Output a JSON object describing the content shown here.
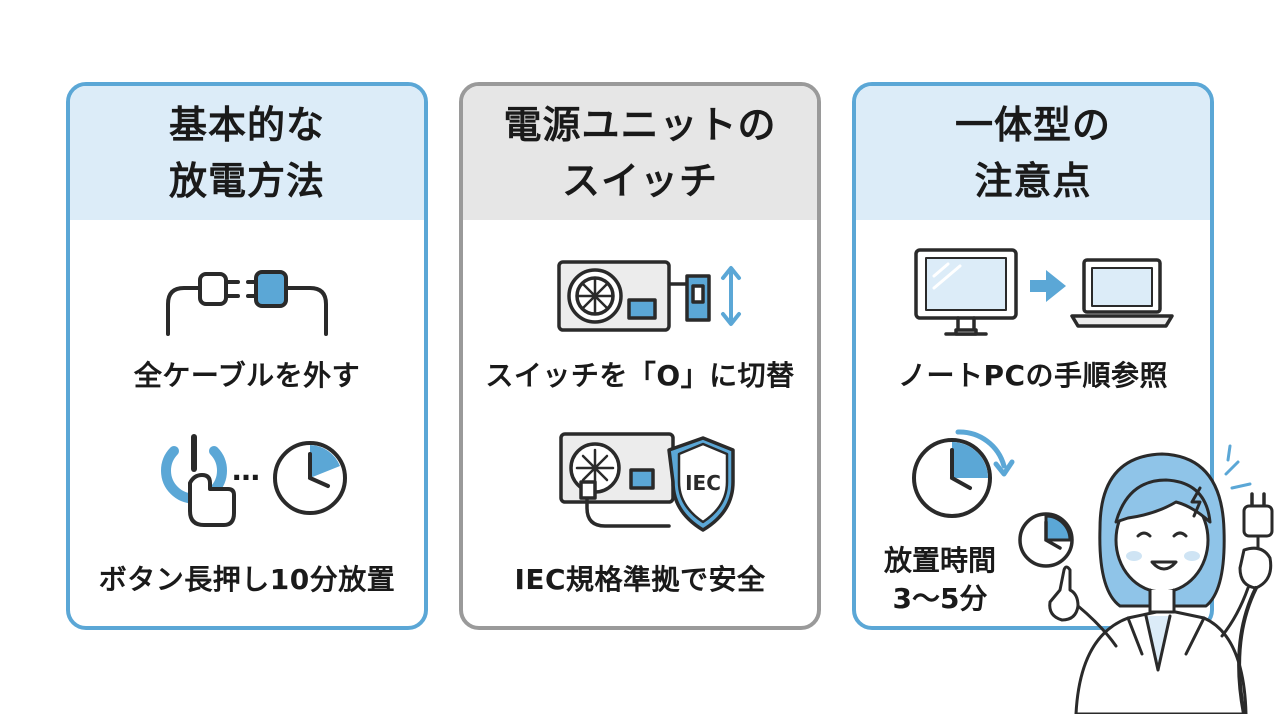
{
  "cards": [
    {
      "title_line1": "基本的な",
      "title_line2": "放電方法",
      "step1": "全ケーブルを外す",
      "step2": "ボタン長押し10分放置",
      "dots": "…"
    },
    {
      "title_line1": "電源ユニットの",
      "title_line2": "スイッチ",
      "step1": "スイッチを「O」に切替",
      "step2": "IEC規格準拠で安全",
      "shield_text": "IEC"
    },
    {
      "title_line1": "一体型の",
      "title_line2": "注意点",
      "step1": "ノートPCの手順参照",
      "wait_line1": "放置時間",
      "wait_line2": "3～5分"
    }
  ],
  "colors": {
    "accent_blue": "#5ba7d6",
    "header_blue": "#dcecf8",
    "header_gray": "#e6e6e6",
    "border_gray": "#9a9a9a",
    "line_dark": "#2a2a2a"
  },
  "icons": [
    "plug-unplug-icon",
    "power-button-icon",
    "clock-icon",
    "psu-switch-icon",
    "iec-shield-icon",
    "monitor-icon",
    "laptop-icon",
    "arrow-right-icon",
    "timer-icon",
    "character-illustration"
  ]
}
